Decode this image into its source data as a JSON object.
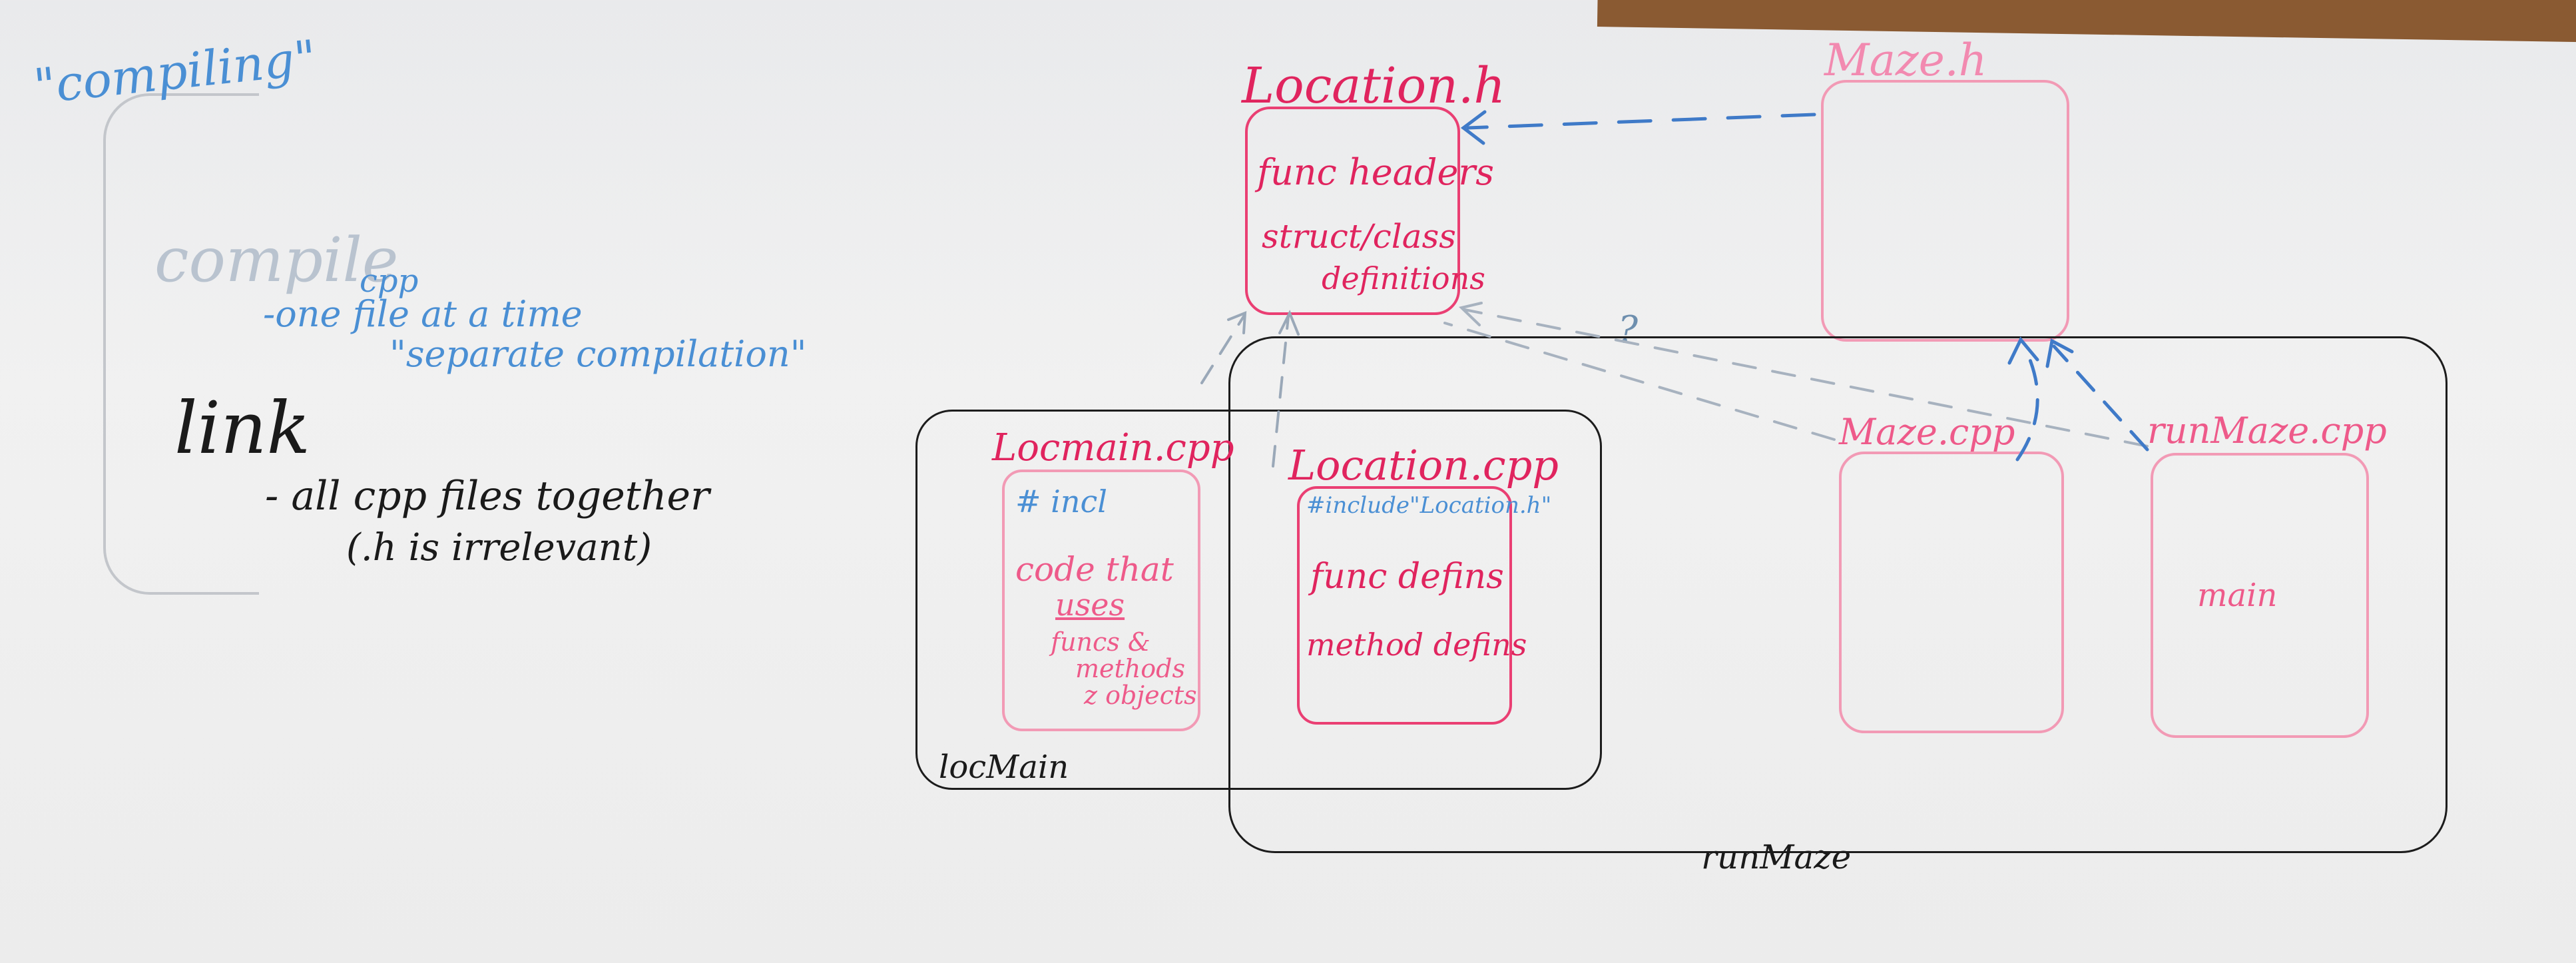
{
  "left": {
    "compiling": "\"compiling\"",
    "compile": "compile",
    "cpp": "cpp",
    "one_file": "-one file at a time",
    "separate": "\"separate compilation\"",
    "link": "link",
    "all_cpp": "- all cpp files together",
    "h_irrelevant": "(.h is irrelevant)"
  },
  "location_h": {
    "title": "Location.h",
    "line1": "func headers",
    "line2": "struct/class",
    "line3": "definitions"
  },
  "maze_h": {
    "title": "Maze.h"
  },
  "question": "?",
  "locmain_cpp": {
    "title": "Locmain.cpp",
    "incl": "# incl",
    "line1": "code that",
    "line2": "uses",
    "line3": "funcs &",
    "line4": "methods",
    "line5": "z objects"
  },
  "location_cpp": {
    "title": "Location.cpp",
    "include": "#include\"Location.h\"",
    "line1": "func defins",
    "line2": "method defins"
  },
  "maze_cpp": {
    "title": "Maze.cpp"
  },
  "runmaze_cpp": {
    "title": "runMaze.cpp",
    "main": "main"
  },
  "groups": {
    "locmain": "locMain",
    "runmaze": "runMaze"
  }
}
